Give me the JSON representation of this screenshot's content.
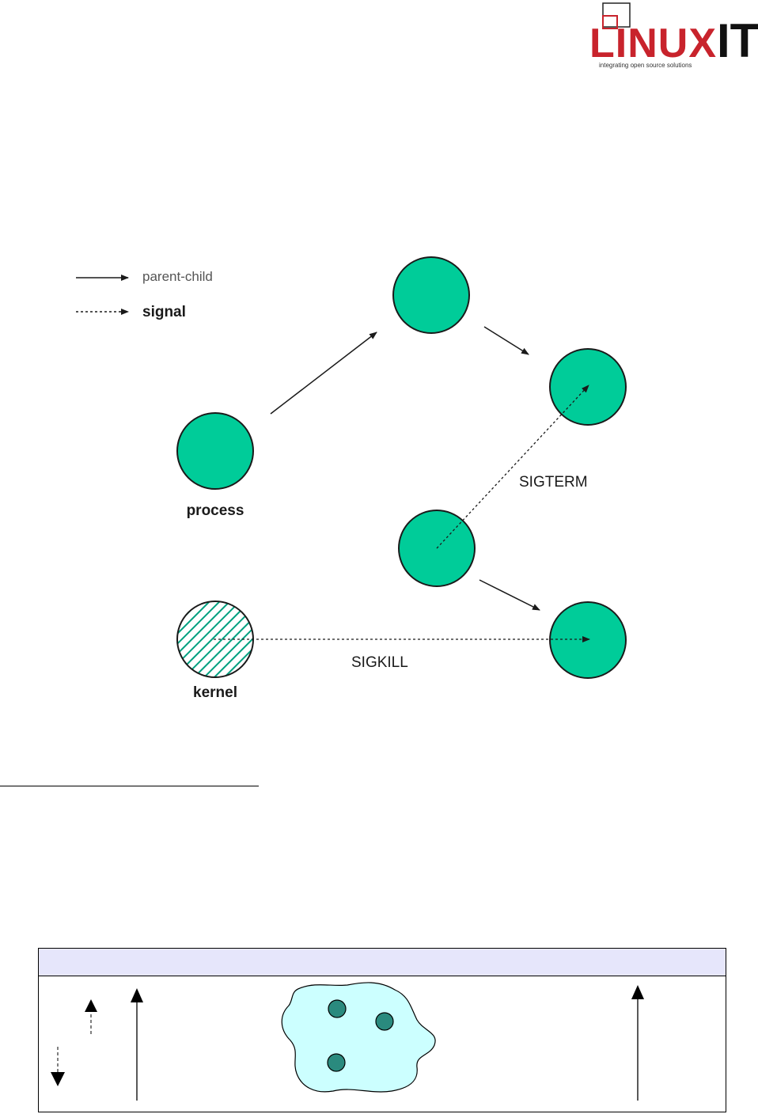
{
  "logo": {
    "brand_text": "LINUX",
    "brand_suffix": "IT",
    "tagline": "integrating open source solutions",
    "colors": {
      "red": "#c8232c",
      "dark": "#111111"
    }
  },
  "diagram": {
    "legend": {
      "solid_label": "parent-child",
      "dashed_label": "signal"
    },
    "labels": {
      "process": "process",
      "kernel": "kernel",
      "sigterm": "SIGTERM",
      "sigkill": "SIGKILL"
    },
    "colors": {
      "node_fill": "#00cc99",
      "node_stroke": "#1a1a1a",
      "kernel_hatch": "#00a080"
    }
  },
  "bottom_figure": {
    "header_color": "#e6e6fb",
    "blob_fill": "#ccffff",
    "dot_fill": "#2a8a7e"
  }
}
